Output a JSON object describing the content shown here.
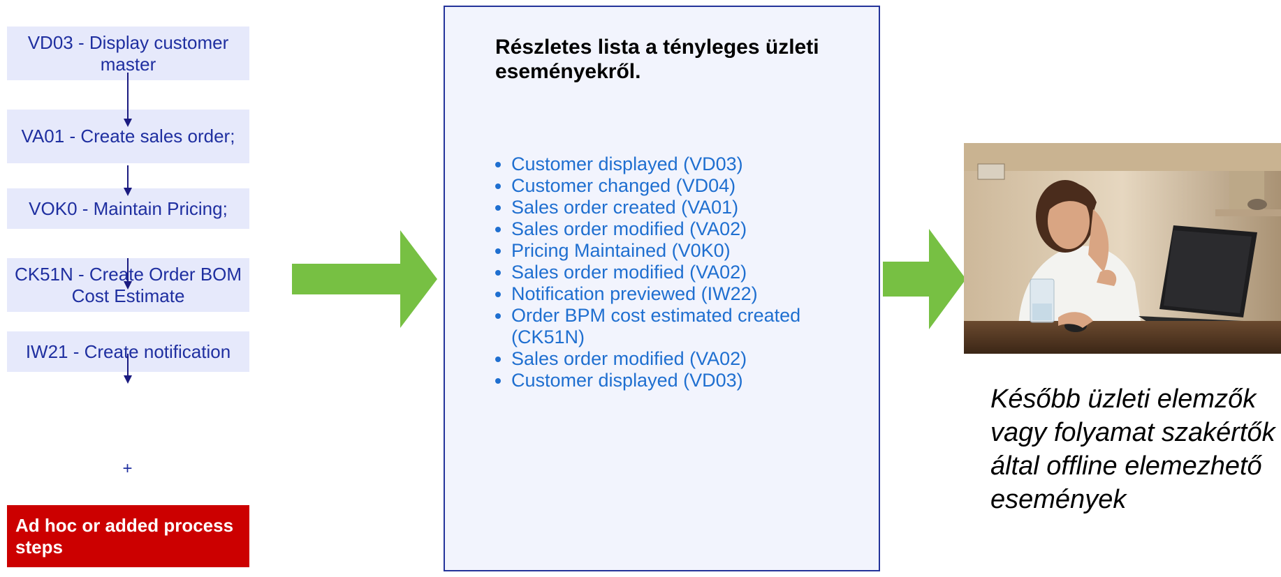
{
  "process_steps": [
    "VD03 - Display customer master",
    "VA01 - Create sales order;",
    "VOK0 - Maintain Pricing;",
    "CK51N - Create Order BOM Cost Estimate",
    "IW21 - Create notification"
  ],
  "plus_sign": "+",
  "adhoc_label": "Ad hoc or added process steps",
  "list_title": "Részletes lista a tényleges üzleti eseményekről.",
  "events": [
    "Customer displayed (VD03)",
    "Customer changed (VD04)",
    "Sales order created (VA01)",
    "Sales order modified (VA02)",
    "Pricing Maintained (V0K0)",
    "Sales order modified (VA02)",
    "Notification previewed (IW22)",
    "Order BPM cost estimated created (CK51N)",
    "Sales order modified (VA02)",
    "Customer displayed (VD03)"
  ],
  "caption": "Később üzleti elemzők vagy folyamat szakértők által offline elemezhető események",
  "colors": {
    "step_fill": "#e6e9fb",
    "step_text": "#1f2fa0",
    "adhoc_fill": "#cc0000",
    "big_arrow": "#77c043",
    "list_text": "#1f6fd0"
  }
}
